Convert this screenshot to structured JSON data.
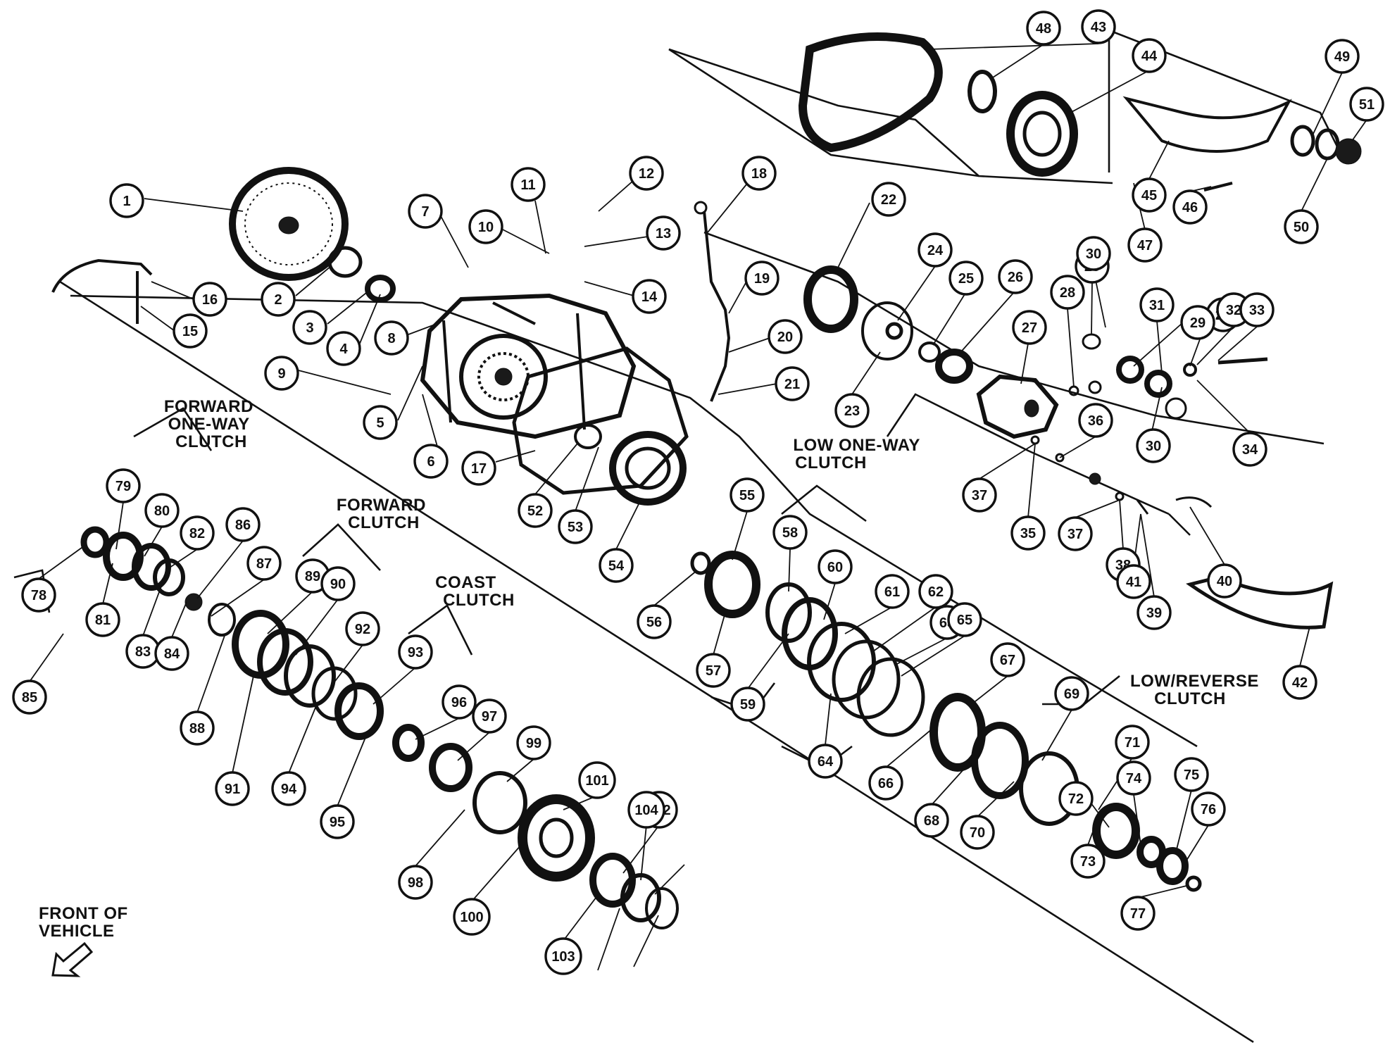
{
  "group_labels": {
    "forward_one_way_clutch": [
      "FORWARD",
      "ONE-WAY",
      "CLUTCH"
    ],
    "forward_clutch": [
      "FORWARD",
      "CLUTCH"
    ],
    "coast_clutch": [
      "COAST",
      "CLUTCH"
    ],
    "low_one_way_clutch": [
      "LOW ONE-WAY",
      "CLUTCH"
    ],
    "low_reverse_clutch": [
      "LOW/REVERSE",
      "CLUTCH"
    ],
    "front_of_vehicle": [
      "FRONT OF",
      "VEHICLE"
    ]
  },
  "callout_numbers": [
    "1",
    "2",
    "3",
    "4",
    "5",
    "6",
    "7",
    "8",
    "9",
    "10",
    "11",
    "12",
    "13",
    "14",
    "15",
    "16",
    "17",
    "18",
    "19",
    "20",
    "21",
    "22",
    "23",
    "24",
    "25",
    "26",
    "27",
    "28",
    "28",
    "29",
    "29",
    "30",
    "30",
    "31",
    "32",
    "33",
    "34",
    "35",
    "36",
    "37",
    "37",
    "38",
    "39",
    "40",
    "41",
    "42",
    "43",
    "44",
    "45",
    "46",
    "47",
    "48",
    "49",
    "50",
    "51",
    "52",
    "53",
    "54",
    "55",
    "56",
    "57",
    "58",
    "59",
    "60",
    "61",
    "62",
    "63",
    "64",
    "65",
    "66",
    "67",
    "68",
    "69",
    "70",
    "71",
    "72",
    "73",
    "74",
    "75",
    "76",
    "77",
    "78",
    "79",
    "80",
    "81",
    "82",
    "83",
    "84",
    "85",
    "86",
    "87",
    "88",
    "89",
    "90",
    "91",
    "92",
    "93",
    "94",
    "95",
    "96",
    "97",
    "98",
    "99",
    "100",
    "101",
    "102",
    "103",
    "104"
  ],
  "icons": {
    "front_arrow": "front-of-vehicle-arrow-icon"
  }
}
